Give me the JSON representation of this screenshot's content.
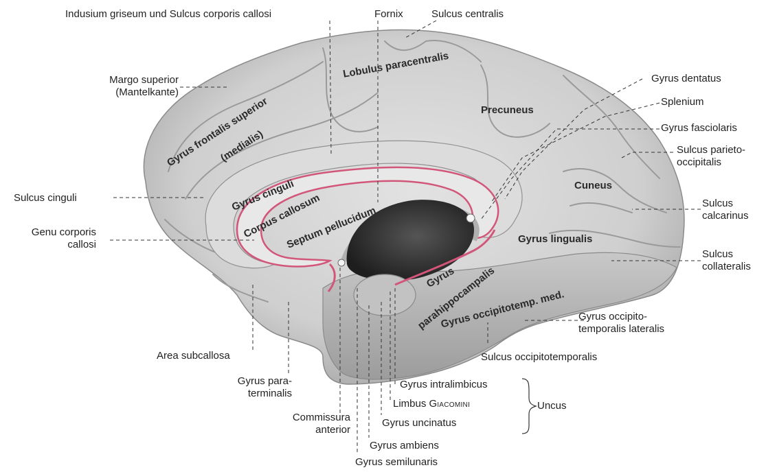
{
  "labels": {
    "indusium": "Indusium griseum und Sulcus corporis callosi",
    "fornix": "Fornix",
    "sulcus_centralis": "Sulcus centralis",
    "margo_superior_1": "Margo superior",
    "margo_superior_2": "(Mantelkante)",
    "gyrus_dentatus": "Gyrus dentatus",
    "splenium": "Splenium",
    "gyrus_fasciolaris": "Gyrus fasciolaris",
    "sulcus_parieto_1": "Sulcus parieto-",
    "sulcus_parieto_2": "occipitalis",
    "sulcus_cinguli": "Sulcus cinguli",
    "genu_1": "Genu corporis",
    "genu_2": "callosi",
    "sulcus_calcarinus_1": "Sulcus",
    "sulcus_calcarinus_2": "calcarinus",
    "sulcus_collateralis_1": "Sulcus",
    "sulcus_collateralis_2": "collateralis",
    "gyrus_occ_lat_1": "Gyrus occipito-",
    "gyrus_occ_lat_2": "temporalis lateralis",
    "sulcus_occipitotemporalis": "Sulcus occipitotemporalis",
    "area_subcallosa": "Area subcallosa",
    "gyrus_paraterm_1": "Gyrus para-",
    "gyrus_paraterm_2": "terminalis",
    "gyrus_intralimbicus": "Gyrus intralimbicus",
    "limbus_1": "Limbus G",
    "limbus_2": "IACOMINI",
    "uncus": "Uncus",
    "commissura_1": "Commissura",
    "commissura_2": "anterior",
    "gyrus_uncinatus": "Gyrus uncinatus",
    "gyrus_ambiens": "Gyrus ambiens",
    "gyrus_semilunaris": "Gyrus semilunaris"
  },
  "brain_labels": {
    "lobulus_paracentralis": "Lobulus paracentralis",
    "gyrus_frontalis_1": "Gyrus frontalis superior",
    "gyrus_frontalis_2": "(medialis)",
    "precuneus": "Precuneus",
    "gyrus_cinguli": "Gyrus cinguli",
    "corpus_callosum": "Corpus callosum",
    "septum_pellucidum": "Septum pellucidum",
    "cuneus": "Cuneus",
    "gyrus_lingualis": "Gyrus lingualis",
    "gyrus_1": "Gyrus",
    "gyrus_parahippocampalis": "parahippocampalis",
    "gyrus_occ_med": "Gyrus occipitotemp. med."
  },
  "colors": {
    "brain_fill": "#d3d3d3",
    "brain_shadow": "#a9a9a9",
    "ventricle": "#3a3a3a",
    "callosum_edge": "#d2567a",
    "label_text": "#222222"
  }
}
